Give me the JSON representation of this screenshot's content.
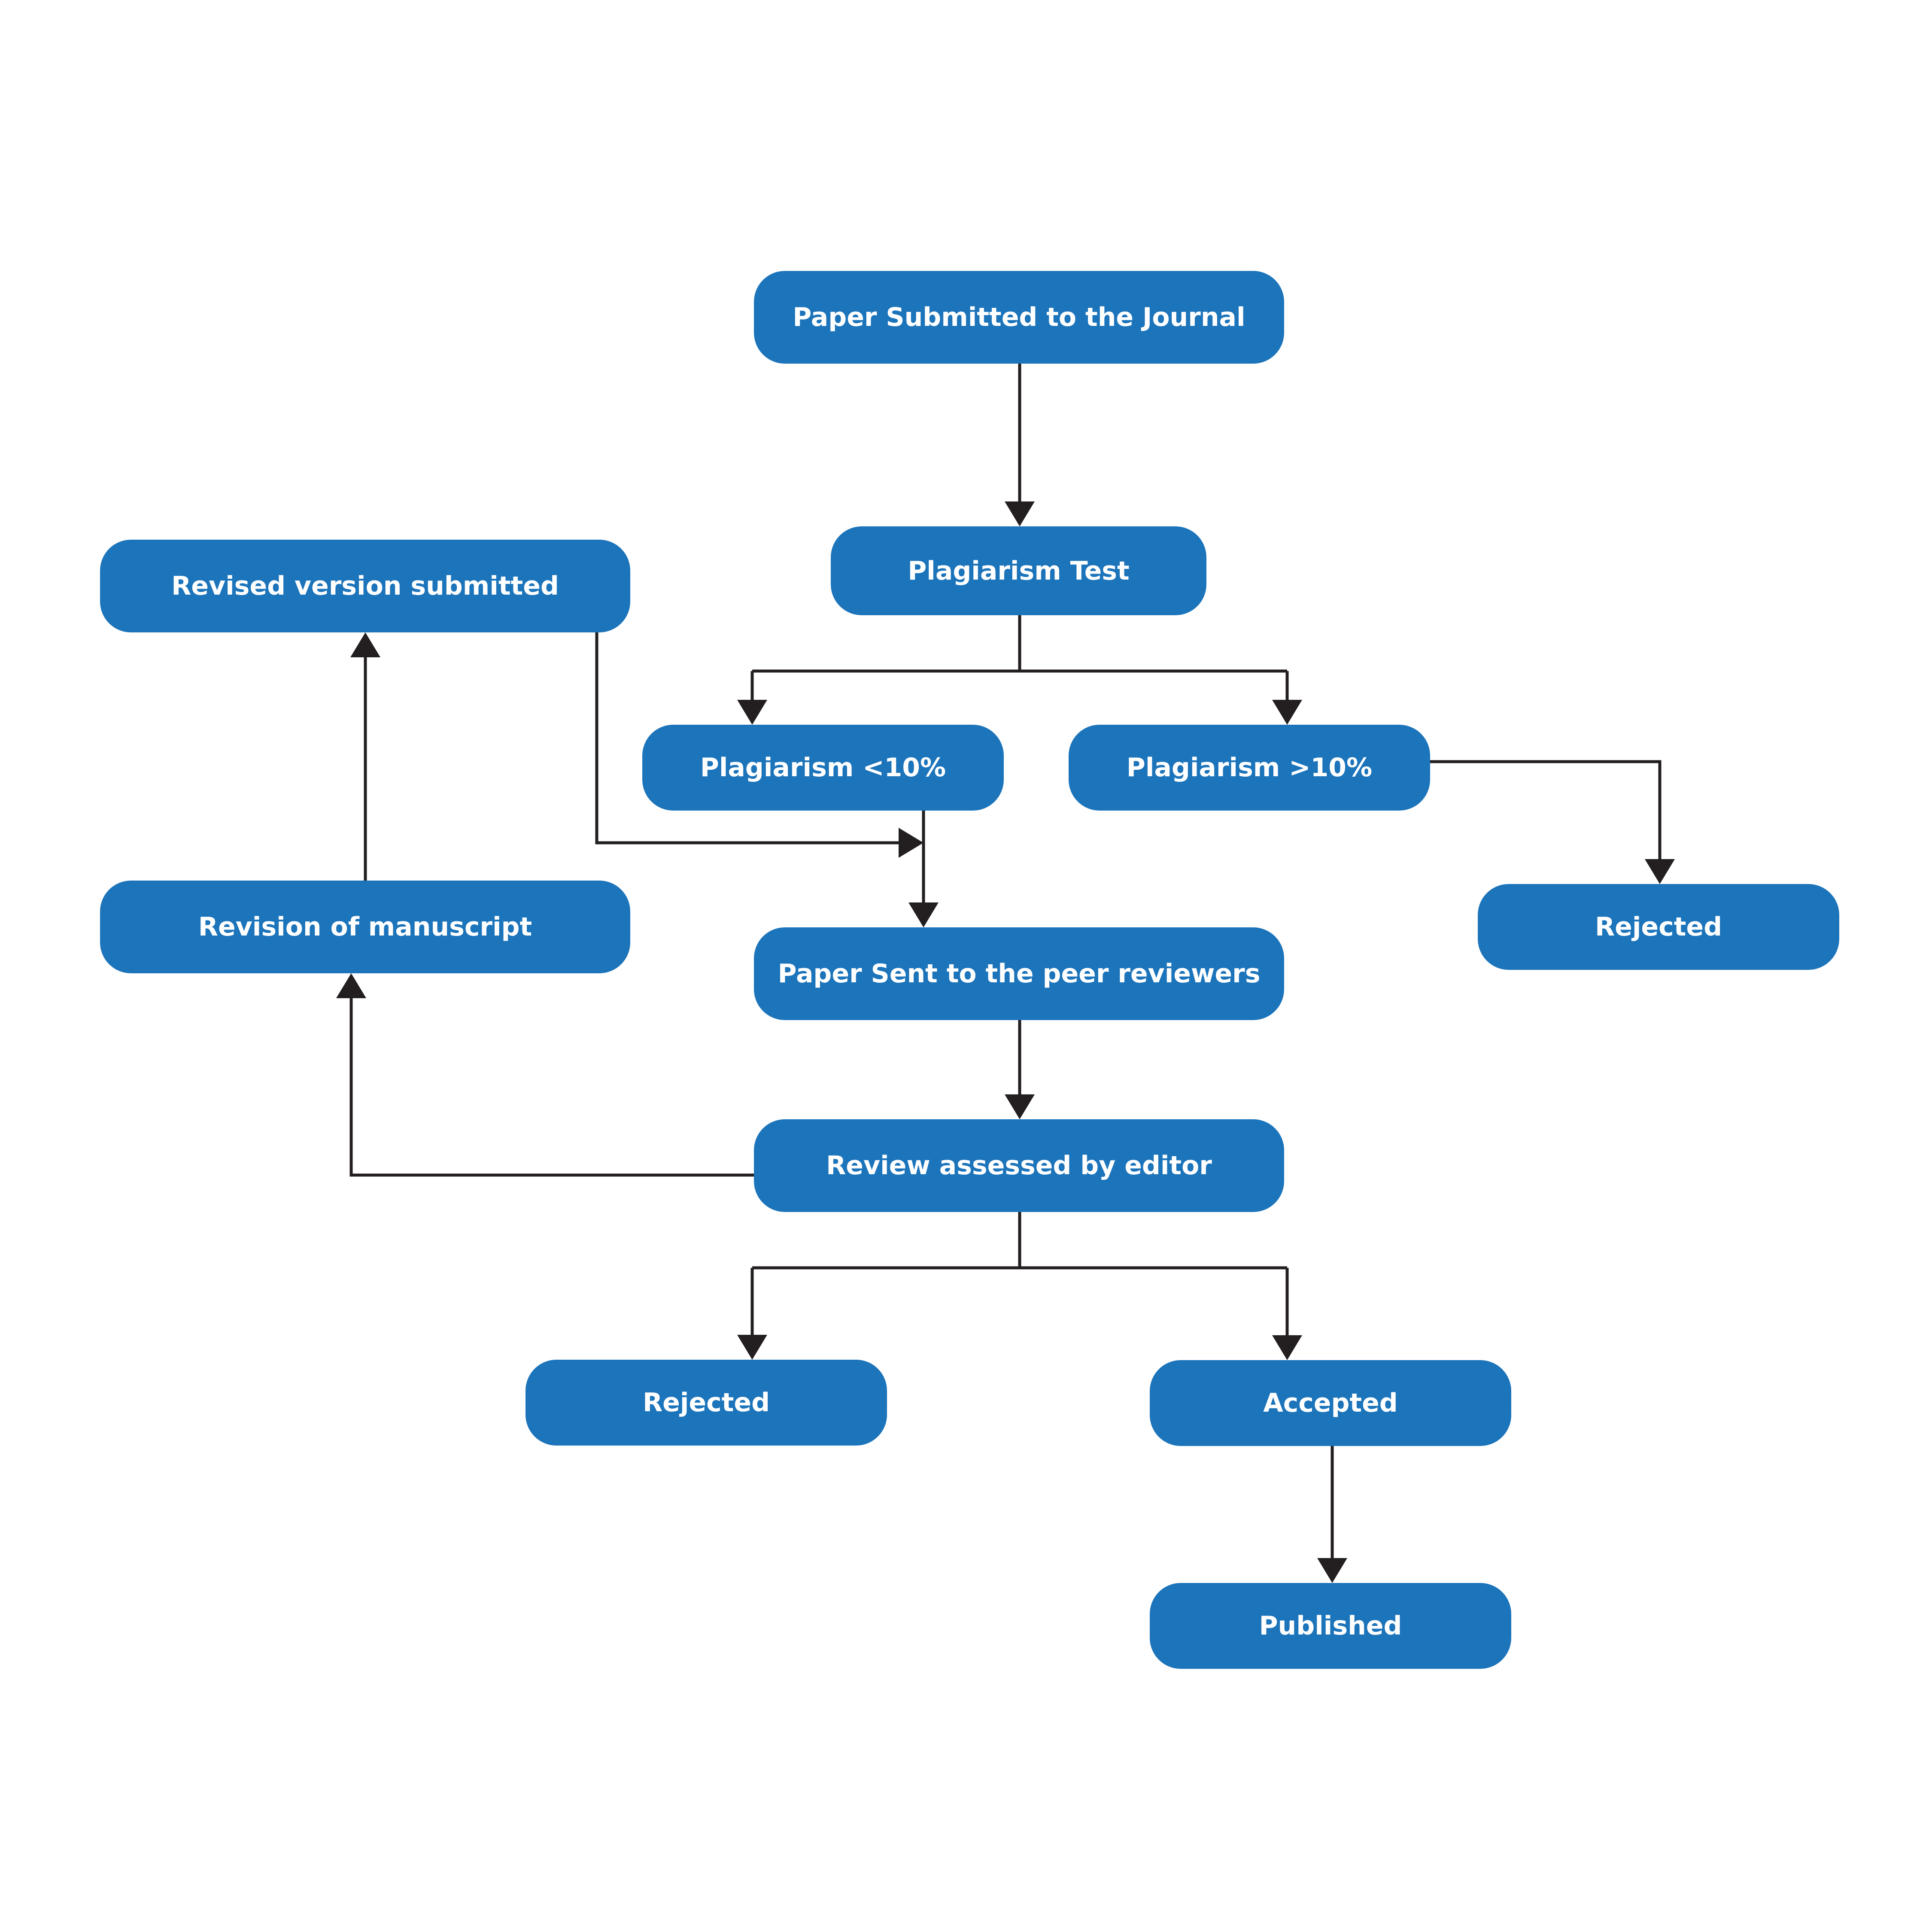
{
  "diagram": {
    "type": "flowchart",
    "colors": {
      "node_fill": "#1c74bb",
      "node_text": "#ffffff",
      "connector": "#231f20",
      "background": "#ffffff"
    },
    "nodes": {
      "submitted": "Paper Submitted to the Journal",
      "plagiarism_test": "Plagiarism Test",
      "revised_version": "Revised version submitted",
      "plagiarism_low": "Plagiarism <10%",
      "plagiarism_high": "Plagiarism >10%",
      "rejected_plagiarism": "Rejected",
      "revision": "Revision of manuscript",
      "peer_review": "Paper Sent to the peer reviewers",
      "editor_review": "Review assessed by editor",
      "rejected_review": "Rejected",
      "accepted": "Accepted",
      "published": "Published"
    },
    "edges": [
      {
        "from": "submitted",
        "to": "plagiarism_test"
      },
      {
        "from": "plagiarism_test",
        "to": "plagiarism_low"
      },
      {
        "from": "plagiarism_test",
        "to": "plagiarism_high"
      },
      {
        "from": "plagiarism_high",
        "to": "rejected_plagiarism"
      },
      {
        "from": "plagiarism_low",
        "to": "peer_review"
      },
      {
        "from": "revised_version",
        "to": "peer_review"
      },
      {
        "from": "peer_review",
        "to": "editor_review"
      },
      {
        "from": "editor_review",
        "to": "revision"
      },
      {
        "from": "revision",
        "to": "revised_version"
      },
      {
        "from": "editor_review",
        "to": "rejected_review"
      },
      {
        "from": "editor_review",
        "to": "accepted"
      },
      {
        "from": "accepted",
        "to": "published"
      }
    ]
  }
}
